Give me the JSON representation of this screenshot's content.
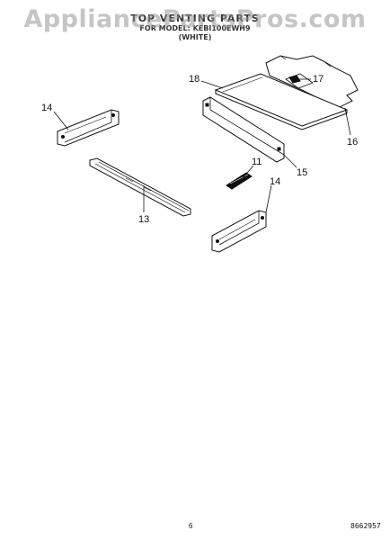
{
  "header": {
    "title": "TOP VENTING PARTS",
    "model_line": "FOR MODEL: KEBI100EWH9",
    "finish": "(WHITE)"
  },
  "watermark": "AppliancePartsPros.com",
  "callouts": {
    "c18": "18",
    "c17": "17",
    "c16": "16",
    "c14a": "14",
    "c15": "15",
    "c11": "11",
    "c14b": "14",
    "c13": "13"
  },
  "footer": {
    "page_number": "6",
    "document_number": "8662957"
  }
}
